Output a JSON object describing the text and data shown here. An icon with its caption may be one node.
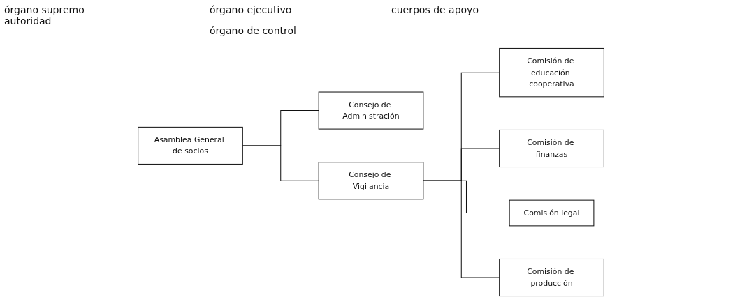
{
  "diagram": {
    "nodes": [
      {
        "text": [
          "Asamblea General de socios"
        ]
      },
      {
        "text": [
          "Consejo de Administración"
        ]
      },
      {
        "text": [
          "Consejo de Vigilancia"
        ]
      },
      {
        "text": [
          "Comisión de educación cooperativa"
        ]
      },
      {
        "text": [
          "Comisión de finanzas"
        ]
      },
      {
        "text": [
          "Comisión legal"
        ]
      },
      {
        "text": [
          "Comisión de producción"
        ]
      }
    ],
    "edges": [
      {
        "from": 0,
        "to": 1,
        "arrow": "none"
      },
      {
        "from": 0,
        "to": 2,
        "arrow": "none"
      },
      {
        "from": 2,
        "to": 3,
        "arrow": "none"
      },
      {
        "from": 2,
        "to": 4,
        "arrow": "none"
      },
      {
        "from": 2,
        "to": 5,
        "arrow": "none"
      },
      {
        "from": 2,
        "to": 6,
        "arrow": "none"
      }
    ],
    "labels": [
      "órgano supremo autoridad",
      "órgano ejecutivo",
      "cuerpos de apoyo",
      "órgano de control"
    ]
  }
}
